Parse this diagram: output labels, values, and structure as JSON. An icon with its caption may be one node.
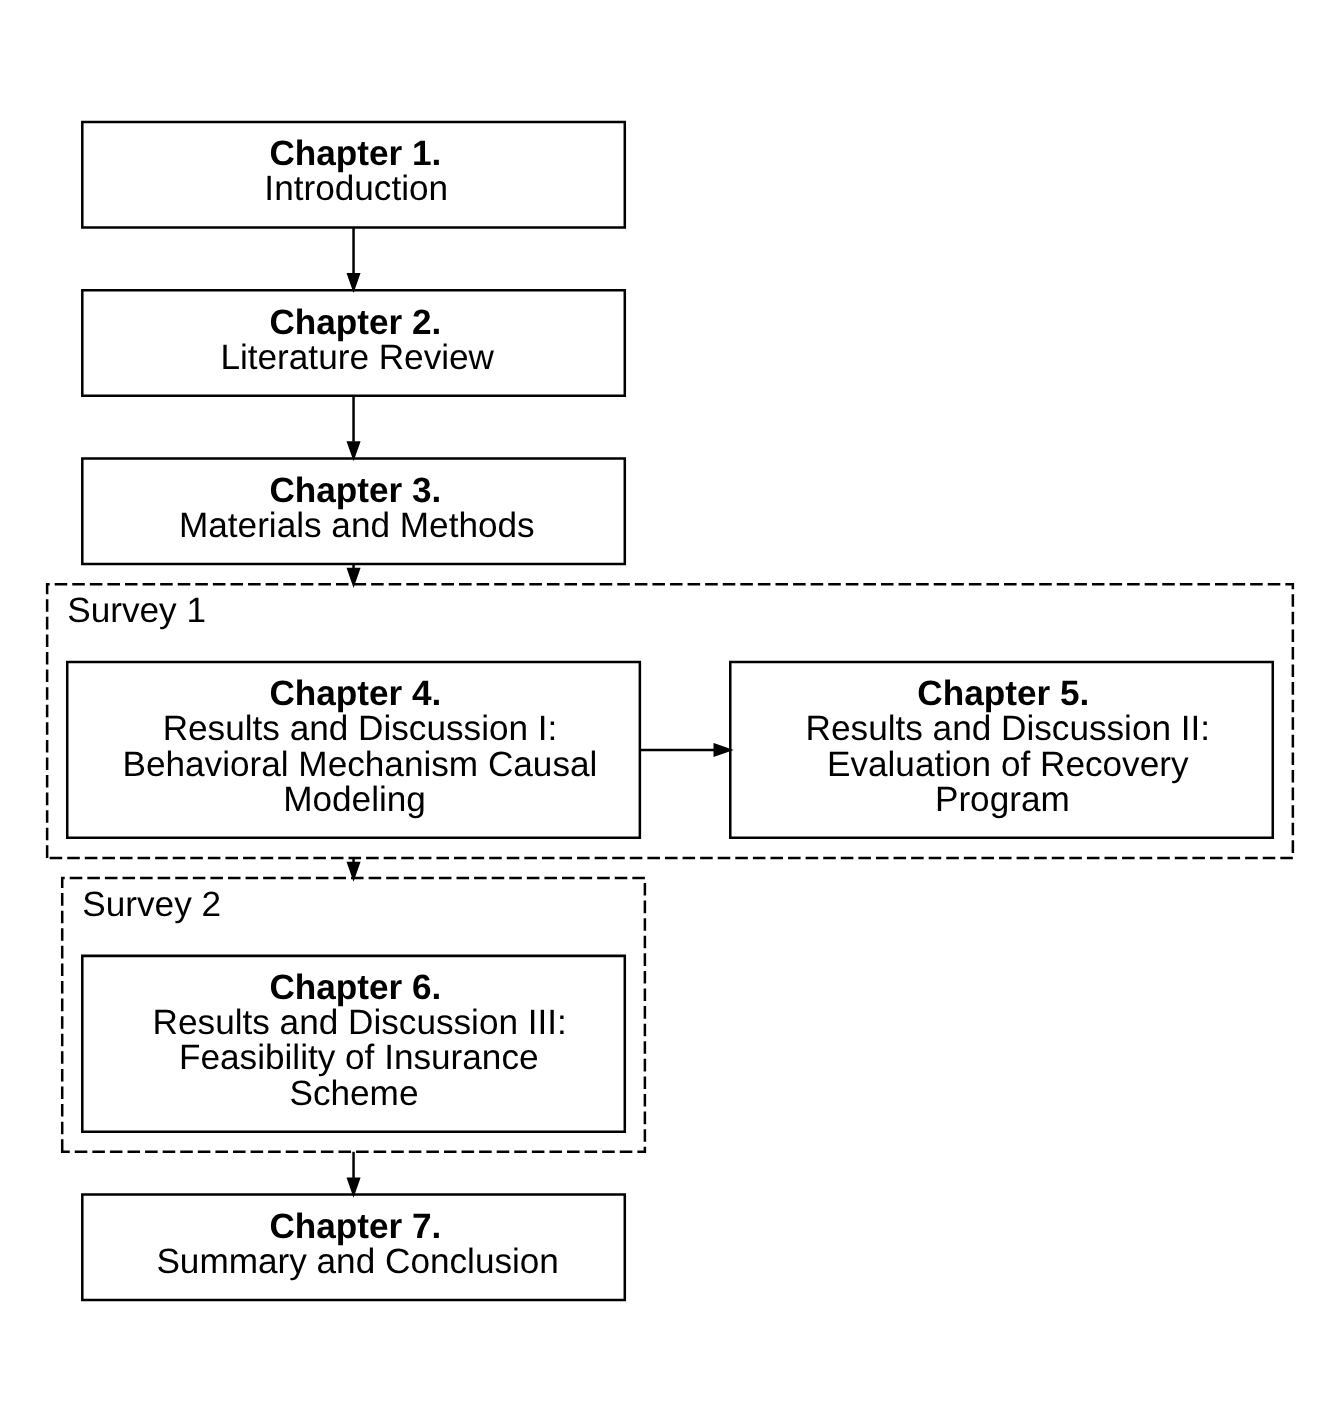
{
  "diagram": {
    "nodes": [
      {
        "text": [
          "Chapter 1.",
          "Introduction"
        ]
      },
      {
        "text": [
          "Chapter 2.",
          "Literature Review"
        ]
      },
      {
        "text": [
          "Chapter 3.",
          "Materials and Methods"
        ]
      },
      {
        "text": [
          "Survey 1"
        ]
      },
      {
        "text": [
          "Chapter 4.",
          "Results and Discussion I: Behavioral Mechanism Causal Modeling"
        ],
        "in": 3
      },
      {
        "text": [
          "Chapter 5.",
          "Results and Discussion II: Evaluation of Recovery Program"
        ],
        "in": 3
      },
      {
        "text": [
          "Survey 2"
        ]
      },
      {
        "text": [
          "Chapter 6.",
          "Results and Discussion III: Feasibility of Insurance Scheme"
        ],
        "in": 6
      },
      {
        "text": [
          "Chapter 7.",
          "Summary and Conclusion"
        ]
      }
    ],
    "edges": [
      {
        "from": 0,
        "to": 1,
        "arrow": "to"
      },
      {
        "from": 1,
        "to": 2,
        "arrow": "to"
      },
      {
        "from": 2,
        "to": 3,
        "arrow": "to"
      },
      {
        "from": 4,
        "to": 5,
        "arrow": "to"
      },
      {
        "from": 3,
        "to": 6,
        "arrow": "to"
      },
      {
        "from": 6,
        "to": 8,
        "arrow": "to"
      }
    ]
  }
}
